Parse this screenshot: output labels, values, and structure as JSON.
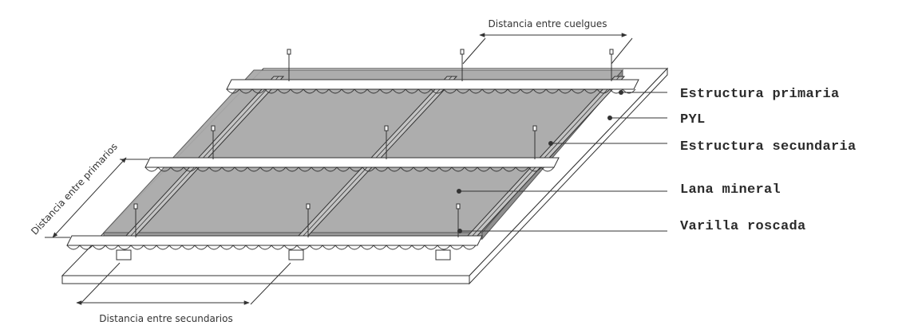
{
  "labels": {
    "estructura_primaria": "Estructura primaria",
    "pyl": "PYL",
    "estructura_secundaria": "Estructura secundaria",
    "lana_mineral": "Lana mineral",
    "varilla_roscada": "Varilla roscada"
  },
  "dimensions": {
    "entre_cuelgues": "Distancia entre cuelgues",
    "entre_primarios": "Distancia entre primarios",
    "entre_secundarios": "Distancia entre secundarios"
  },
  "colors": {
    "wool_fill": "#a9a9a9",
    "board_fill": "#ffffff",
    "line": "#333333"
  }
}
